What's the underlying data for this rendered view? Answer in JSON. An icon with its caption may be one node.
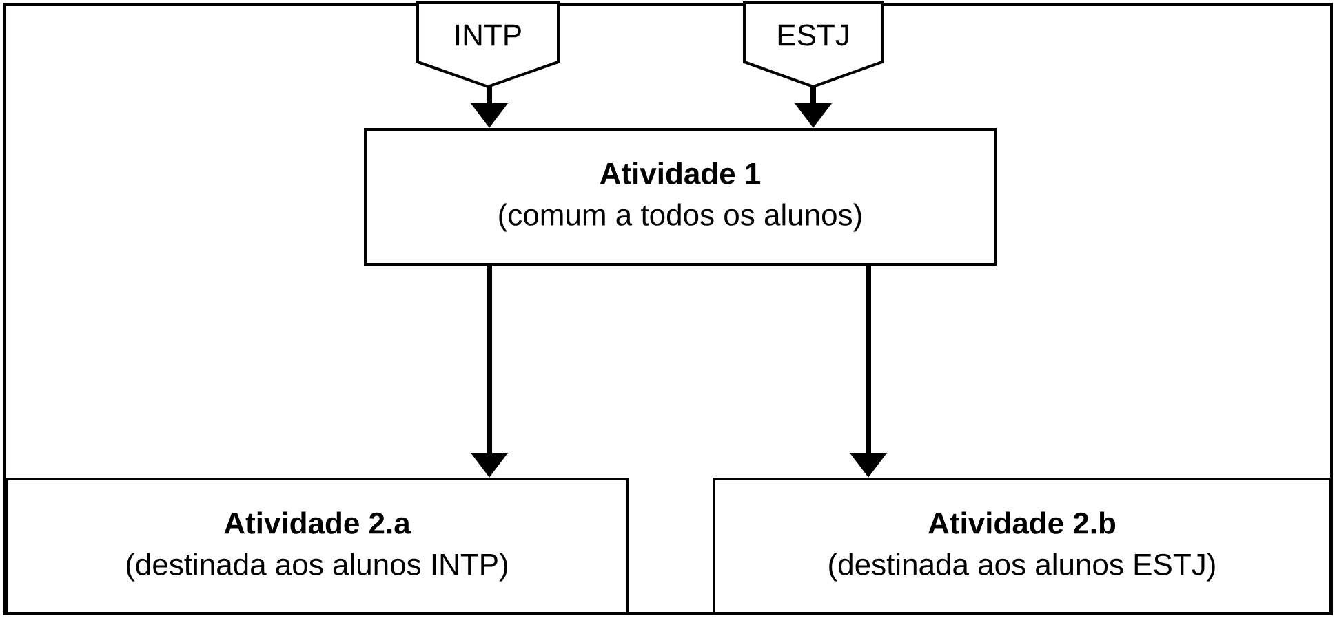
{
  "diagram": {
    "nodes": [
      {
        "text": [
          "INTP"
        ]
      },
      {
        "text": [
          "ESTJ"
        ]
      },
      {
        "text": [
          "Atividade 1",
          "(comum a todos os alunos)"
        ]
      },
      {
        "text": [
          "Atividade 2.a",
          "(destinada aos alunos INTP)"
        ]
      },
      {
        "text": [
          "Atividade 2.b",
          "(destinada aos alunos ESTJ)"
        ]
      }
    ],
    "edges": [
      {
        "from": 0,
        "to": 2,
        "arrow": "to"
      },
      {
        "from": 1,
        "to": 2,
        "arrow": "to"
      },
      {
        "from": 2,
        "to": 3,
        "arrow": "to"
      },
      {
        "from": 2,
        "to": 4,
        "arrow": "to"
      }
    ]
  }
}
